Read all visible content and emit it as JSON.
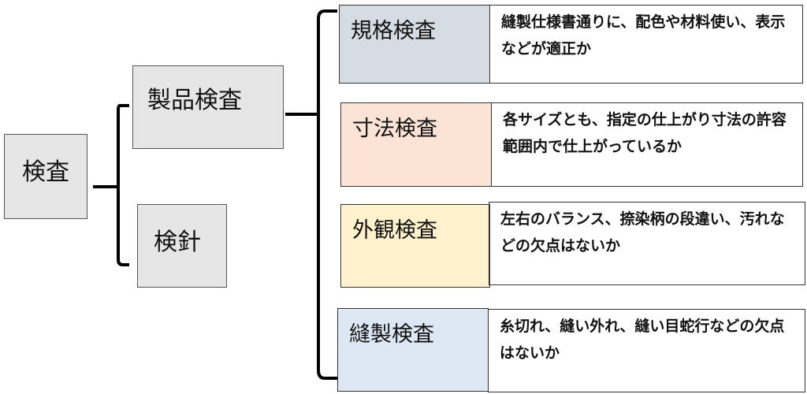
{
  "root": {
    "label": "検査"
  },
  "level2": [
    {
      "label": "製品検査"
    },
    {
      "label": "検針"
    }
  ],
  "inspections": [
    {
      "label": "規格検査",
      "description": "縫製仕様書通りに、配色や材料使い、表示などが適正か",
      "color": "#d6dce4"
    },
    {
      "label": "寸法検査",
      "description": "各サイズとも、指定の仕上がり寸法の許容範囲内で仕上がっているか",
      "color": "#fbe4d5"
    },
    {
      "label": "外観検査",
      "description": "左右のバランス、捺染柄の段違い、汚れなどの欠点はないか",
      "color": "#fff2cc"
    },
    {
      "label": "縫製検査",
      "description": "糸切れ、縫い外れ、縫い目蛇行などの欠点はないか",
      "color": "#dee8f5"
    }
  ]
}
